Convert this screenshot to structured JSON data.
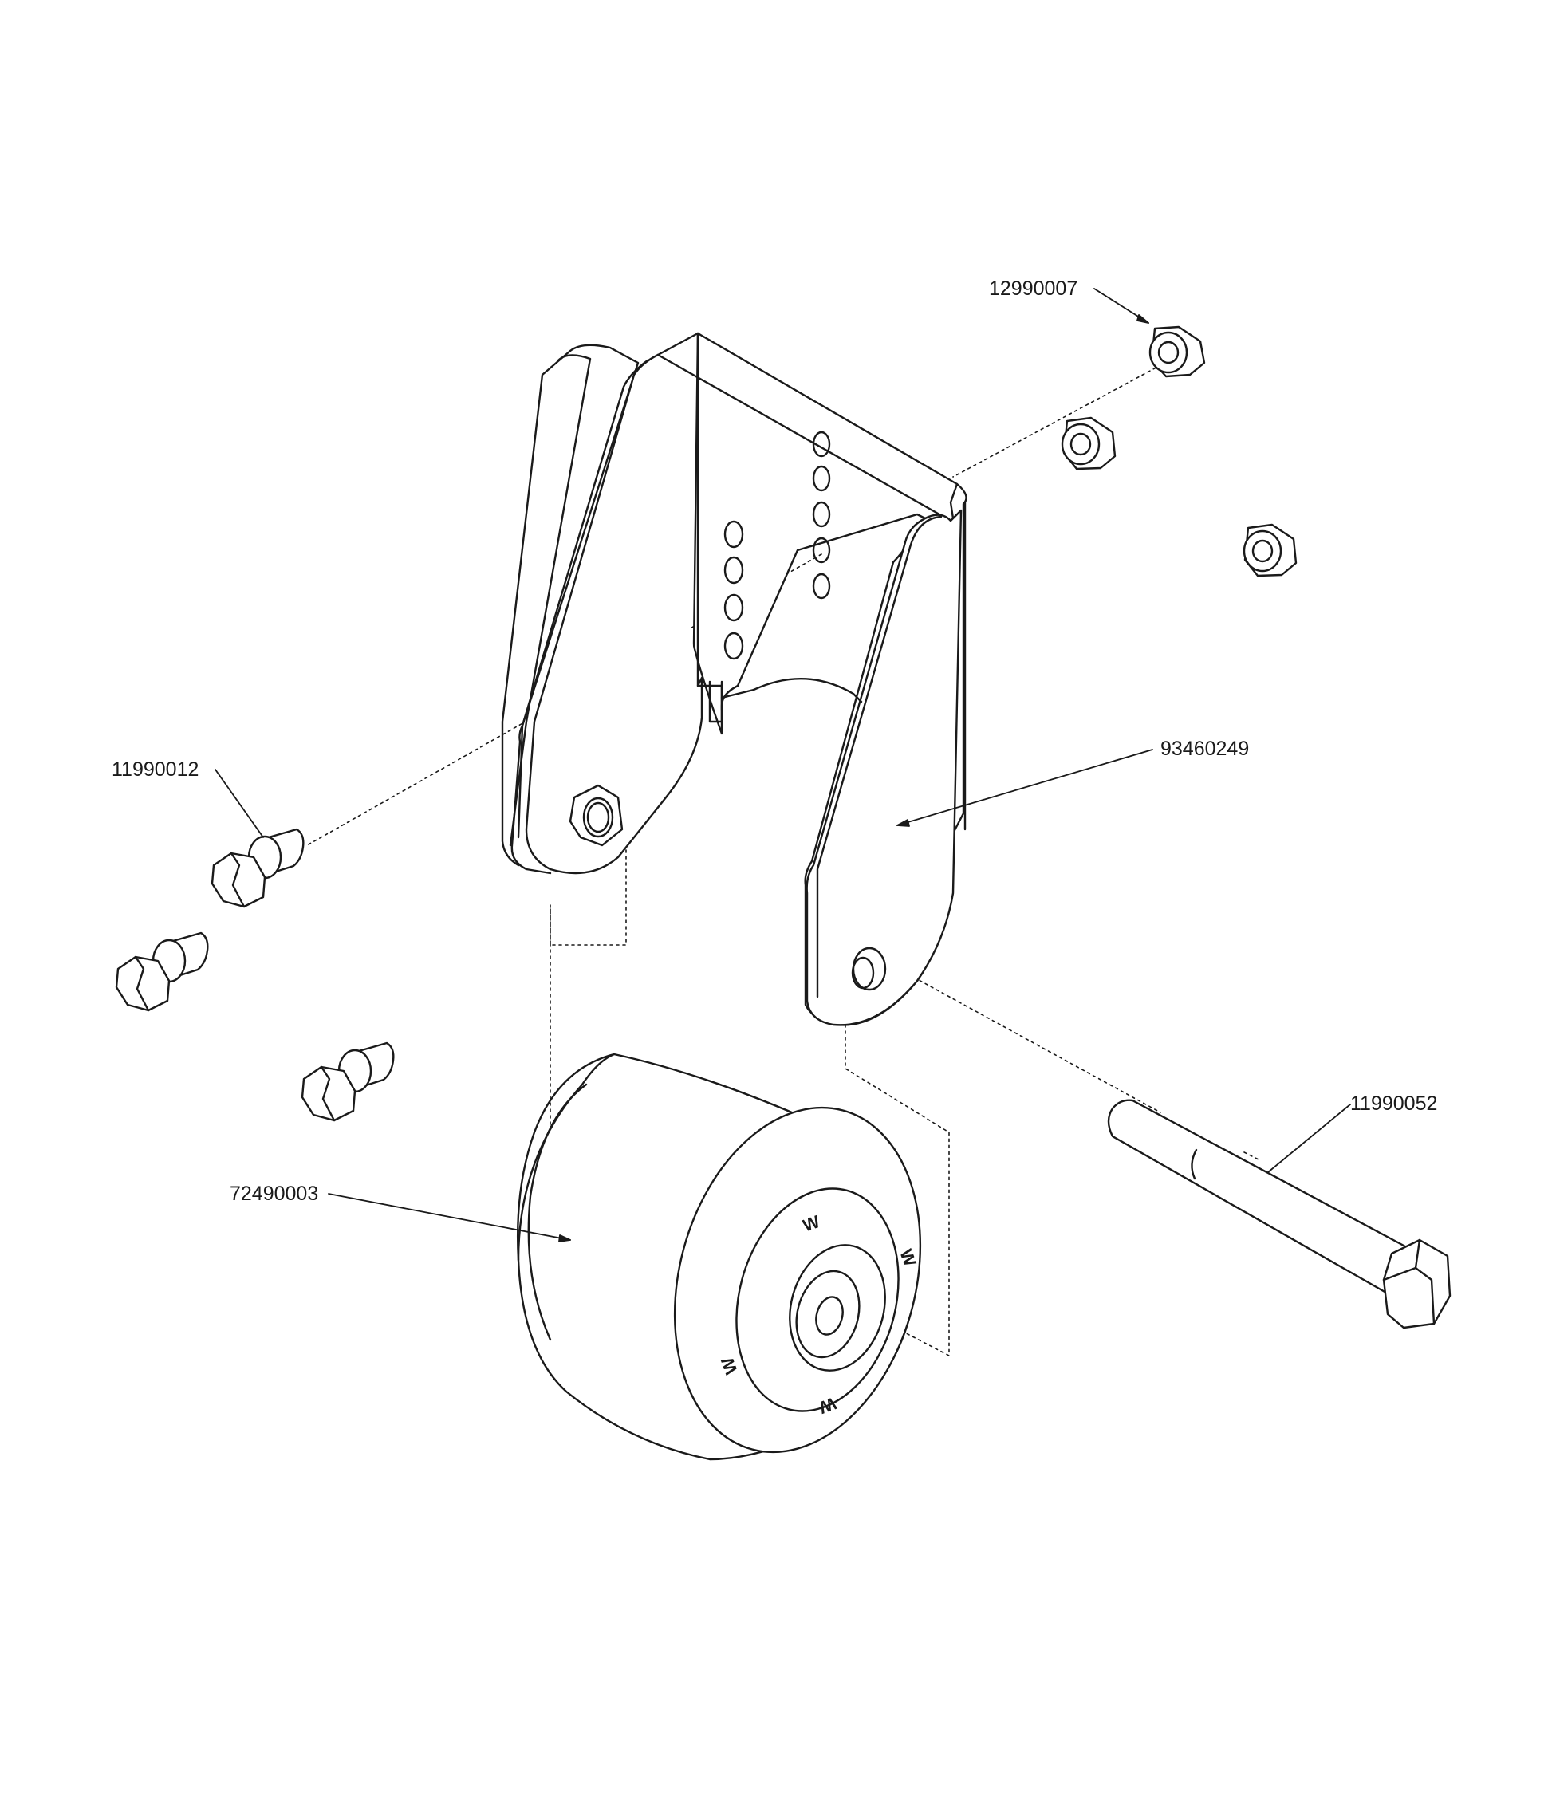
{
  "parts": [
    {
      "id": "nut",
      "number": "12990007"
    },
    {
      "id": "bracket",
      "number": "93460249"
    },
    {
      "id": "flange-bolt",
      "number": "11990012"
    },
    {
      "id": "axle-bolt",
      "number": "11990052"
    },
    {
      "id": "wheel",
      "number": "72490003"
    }
  ],
  "wheel_marking": "W",
  "colors": {
    "line": "#1a1a1a",
    "fill": "#ffffff"
  }
}
